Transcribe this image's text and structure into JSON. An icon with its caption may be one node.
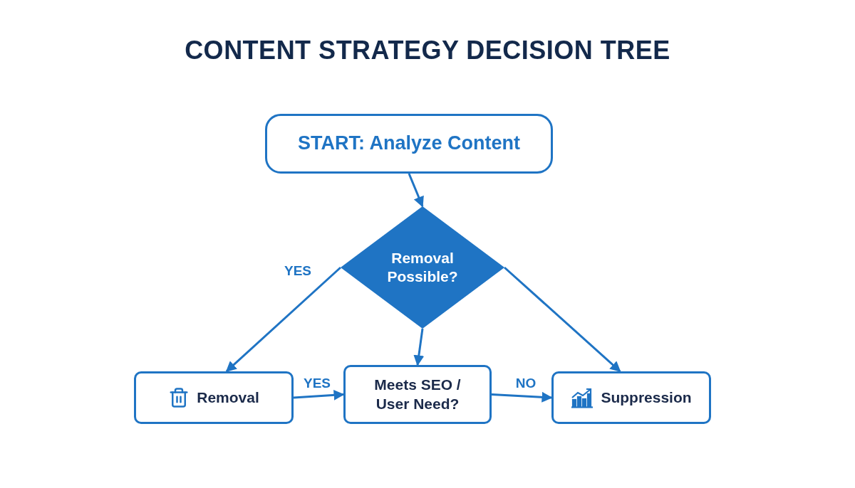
{
  "diagram": {
    "title": "CONTENT STRATEGY DECISION TREE",
    "nodes": [
      {
        "text": [
          "START: Analyze Content"
        ]
      },
      {
        "text": [
          "Removal Possible?"
        ]
      },
      {
        "text": [
          "Removal"
        ]
      },
      {
        "text": [
          "Meets SEO / User Need?"
        ]
      },
      {
        "text": [
          "Suppression"
        ]
      }
    ],
    "edges": [
      {
        "from": 0,
        "to": 1,
        "arrow": "to"
      },
      {
        "from": 1,
        "to": 2,
        "arrow": "to",
        "label": "YES"
      },
      {
        "from": 1,
        "to": 3,
        "arrow": "to"
      },
      {
        "from": 1,
        "to": 4,
        "arrow": "to"
      },
      {
        "from": 2,
        "to": 3,
        "arrow": "to",
        "label": "YES"
      },
      {
        "from": 3,
        "to": 4,
        "arrow": "to",
        "label": "NO"
      }
    ]
  }
}
